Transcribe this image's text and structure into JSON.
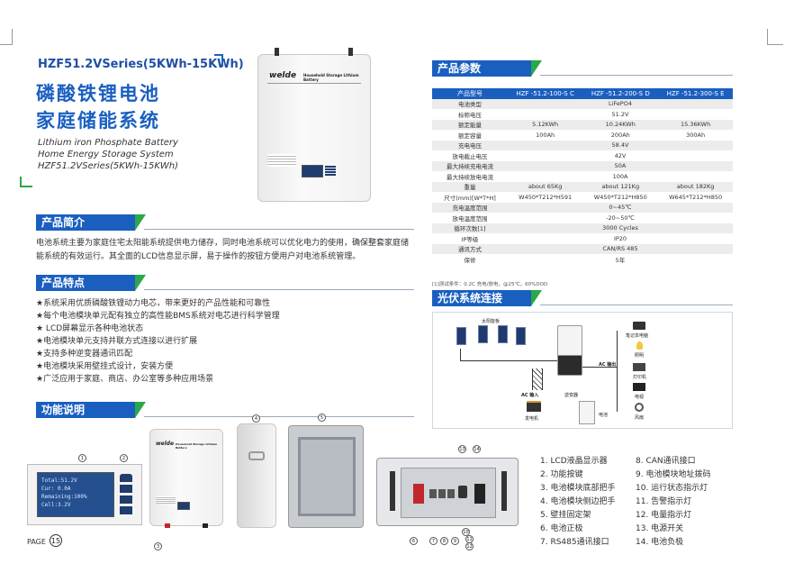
{
  "header": {
    "series": "HZF51.2VSeries(5KWh-15KWh)",
    "title_line1": "磷酸铁锂电池",
    "title_line2": "家庭储能系统",
    "en_line1": "Lithium iron Phosphate Battery",
    "en_line2": "Home Energy Storage System",
    "en_line3": "HZF51.2VSeries(5KWh-15KWh)"
  },
  "device": {
    "brand": "welde",
    "product_label": "Household Storage Lithium Battery"
  },
  "intro": {
    "heading": "产品简介",
    "text": "电池系统主要为家庭住宅太阳能系统提供电力储存，同时电池系统可以优化电力的使用，确保整套家庭储能系统的有效运行。其全面的LCD信息显示屏，易于操作的按钮方便用户对电池系统管理。"
  },
  "features": {
    "heading": "产品特点",
    "items": [
      "★系统采用优质磷酸铁锂动力电芯，带来更好的产品性能和可靠性",
      "★每个电池模块单元配有独立的高性能BMS系统对电芯进行科学管理",
      "★ LCD屏幕显示各种电池状态",
      "★电池模块单元支持并联方式连接以进行扩展",
      "★支持多种逆变器通讯匹配",
      "★电池模块采用壁挂式设计，安装方便",
      "★广泛应用于家庭、商店、办公室等多种应用场景"
    ]
  },
  "functions": {
    "heading": "功能说明",
    "lcd_text": [
      "Total:51.2V",
      "Cur:    0.0A",
      "Remaining:100%",
      "Cell:3.2V"
    ],
    "legend_left": [
      "1. LCD液晶显示器",
      "2. 功能按键",
      "3. 电池模块底部把手",
      "4. 电池模块侧边把手",
      "5. 壁挂固定架",
      "6. 电池正极",
      "7. RS485通讯接口"
    ],
    "legend_right": [
      "8. CAN通讯接口",
      "9. 电池模块地址拨码",
      "10. 运行状态指示灯",
      "11. 告警指示灯",
      "12. 电量指示灯",
      "13. 电源开关",
      "14. 电池负极"
    ],
    "callouts": [
      "1",
      "2",
      "3",
      "4",
      "5",
      "6",
      "7",
      "8",
      "9",
      "10",
      "11",
      "12",
      "13",
      "14"
    ]
  },
  "specs": {
    "heading": "产品参数",
    "header": [
      "产品型号",
      "HZF -51.2-100-S C",
      "HZF -51.2-200-S D",
      "HZF -51.2-300-S E"
    ],
    "rows": [
      [
        "电池类型",
        "LiFePO4"
      ],
      [
        "标称电压",
        "51.2V"
      ],
      [
        "额定能量",
        "5.12KWh",
        "10.24KWh",
        "15.36KWh"
      ],
      [
        "额定容量",
        "100Ah",
        "200Ah",
        "300Ah"
      ],
      [
        "充电电压",
        "58.4V"
      ],
      [
        "放电截止电压",
        "42V"
      ],
      [
        "最大持续充电电流",
        "50A"
      ],
      [
        "最大持续放电电流",
        "100A"
      ],
      [
        "重量",
        "about 65Kg",
        "about 121Kg",
        "about 182Kg"
      ],
      [
        "尺寸(mm)[W*T*H]",
        "W450*T212*H591",
        "W450*T212*H850",
        "W645*T212*H850"
      ],
      [
        "充电温度范围",
        "0~45℃"
      ],
      [
        "放电温度范围",
        "-20~50℃"
      ],
      [
        "循环次数[1]",
        "3000 Cycles"
      ],
      [
        "IP等级",
        "IP20"
      ],
      [
        "通讯方式",
        "CAN/RS 485"
      ],
      [
        "保修",
        "5年"
      ]
    ],
    "note": "[1]测试条件：0.2C 充电/放电，@25℃，60%DOD"
  },
  "pv": {
    "heading": "光伏系统连接",
    "labels": {
      "solar": "太阳能板",
      "ac_out": "AC 输出",
      "ac_in": "AC 输入",
      "generator": "发电机",
      "inverter": "逆变器",
      "battery": "电池",
      "laptop": "笔记本电脑",
      "lighting": "照明",
      "printer": "打印机",
      "tv": "电视",
      "fan": "风扇"
    }
  },
  "footer": {
    "page_label": "PAGE",
    "page_number": "15"
  },
  "colors": {
    "primary_blue": "#1a5fc0",
    "accent_green": "#2aa84a"
  }
}
